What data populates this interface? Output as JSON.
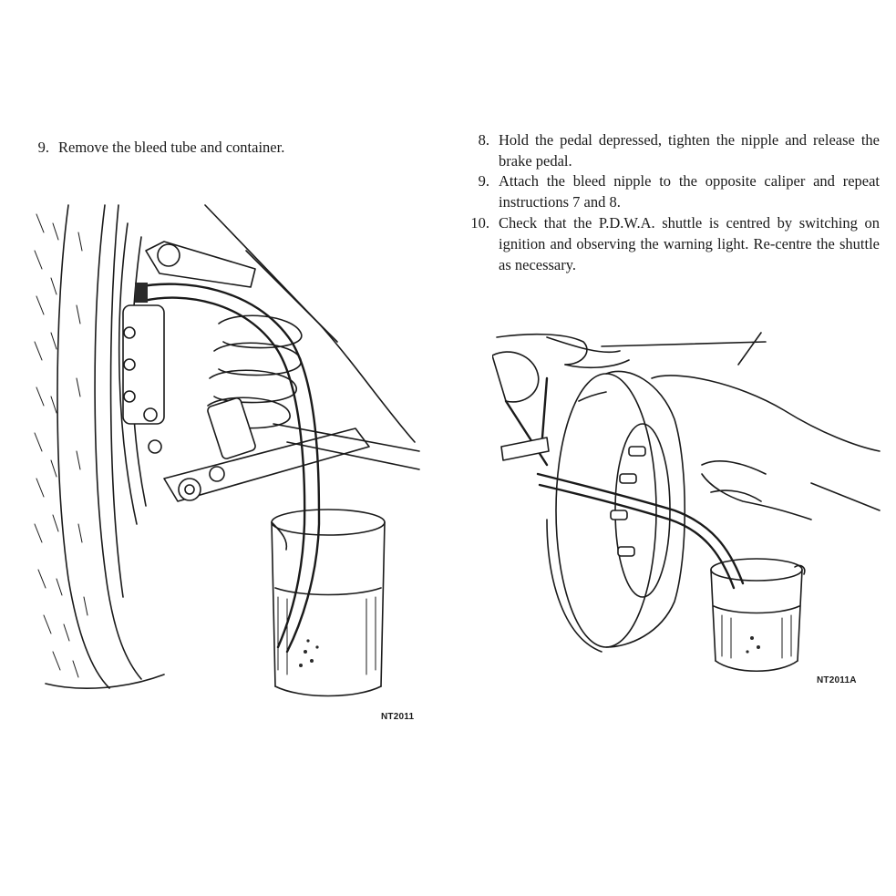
{
  "left_column": {
    "steps": [
      {
        "number": "9.",
        "text": "Remove the bleed tube and container."
      }
    ]
  },
  "right_column": {
    "steps": [
      {
        "number": "8.",
        "text": "Hold the pedal depressed, tighten the nipple and release the brake pedal."
      },
      {
        "number": "9.",
        "text": "Attach the bleed nipple to the opposite caliper and repeat instructions 7 and 8."
      },
      {
        "number": "10.",
        "text": "Check that the P.D.W.A. shuttle is centred by switching on ignition and observing the warning light. Re-centre the shuttle as necessary."
      }
    ]
  },
  "figures": {
    "front": {
      "code": "NT2011",
      "icons": [
        "tyre",
        "coil-spring",
        "suspension-arm",
        "bleed-tube",
        "glass-container"
      ]
    },
    "rear": {
      "code": "NT2011A",
      "icons": [
        "brake-drum",
        "wheel-studs",
        "hand",
        "bleed-tube",
        "glass-container"
      ]
    }
  }
}
